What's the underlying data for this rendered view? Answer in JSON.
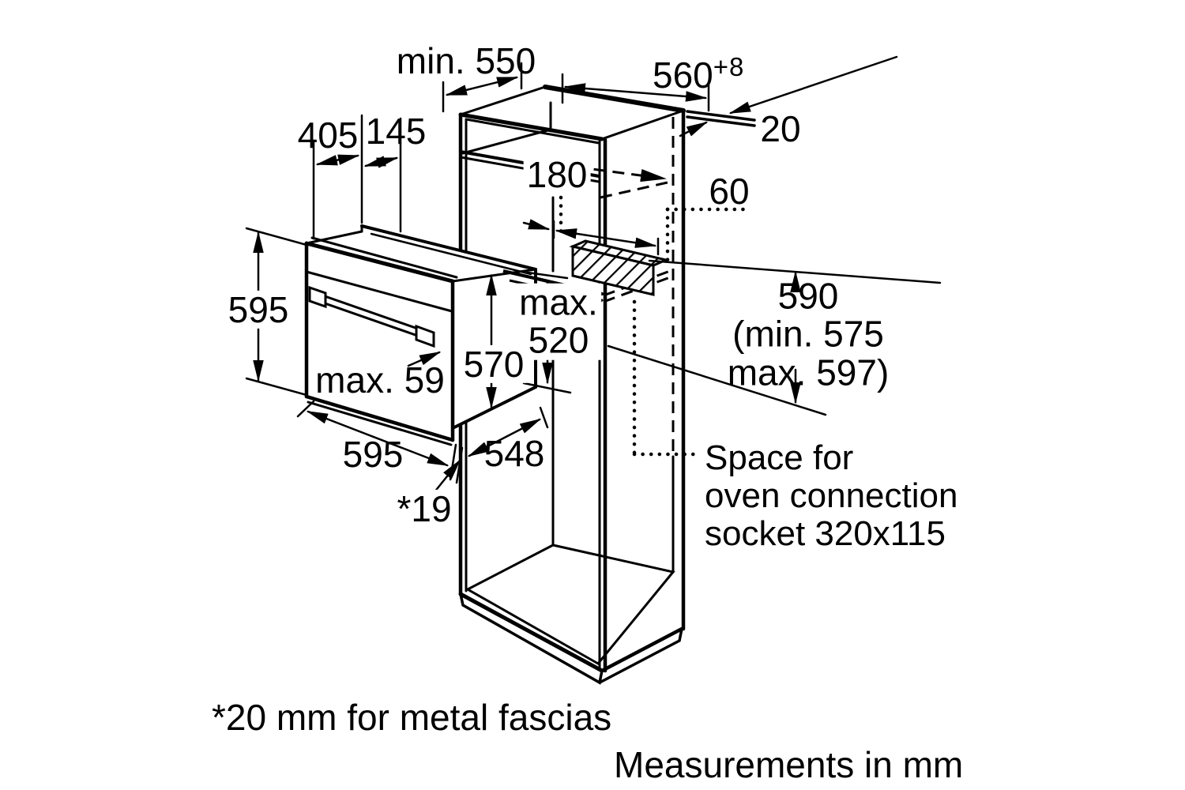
{
  "colors": {
    "line": "#000000",
    "background": "#ffffff"
  },
  "dims": {
    "min_depth": "min. 550",
    "niche_width": "560",
    "niche_width_tol": "+8",
    "rear_gap": "20",
    "top_rear_depth": "405",
    "top_front_depth": "145",
    "top_compartment": "180",
    "socket_side_offset": "60",
    "oven_front_height": "595",
    "recess_max_label": "max.",
    "recess_max_value": "520",
    "niche_height": "590",
    "niche_height_min": "(min. 575",
    "niche_height_max": "max. 597)",
    "handle_clearance": "max. 59",
    "body_height": "570",
    "oven_width": "595",
    "body_depth": "548",
    "fascia_gap": "*19"
  },
  "notes": {
    "socket_line1": "Space for",
    "socket_line2": "oven connection",
    "socket_line3": "socket 320x115",
    "fascia_note": "*20 mm for metal fascias",
    "units": "Measurements in mm"
  }
}
